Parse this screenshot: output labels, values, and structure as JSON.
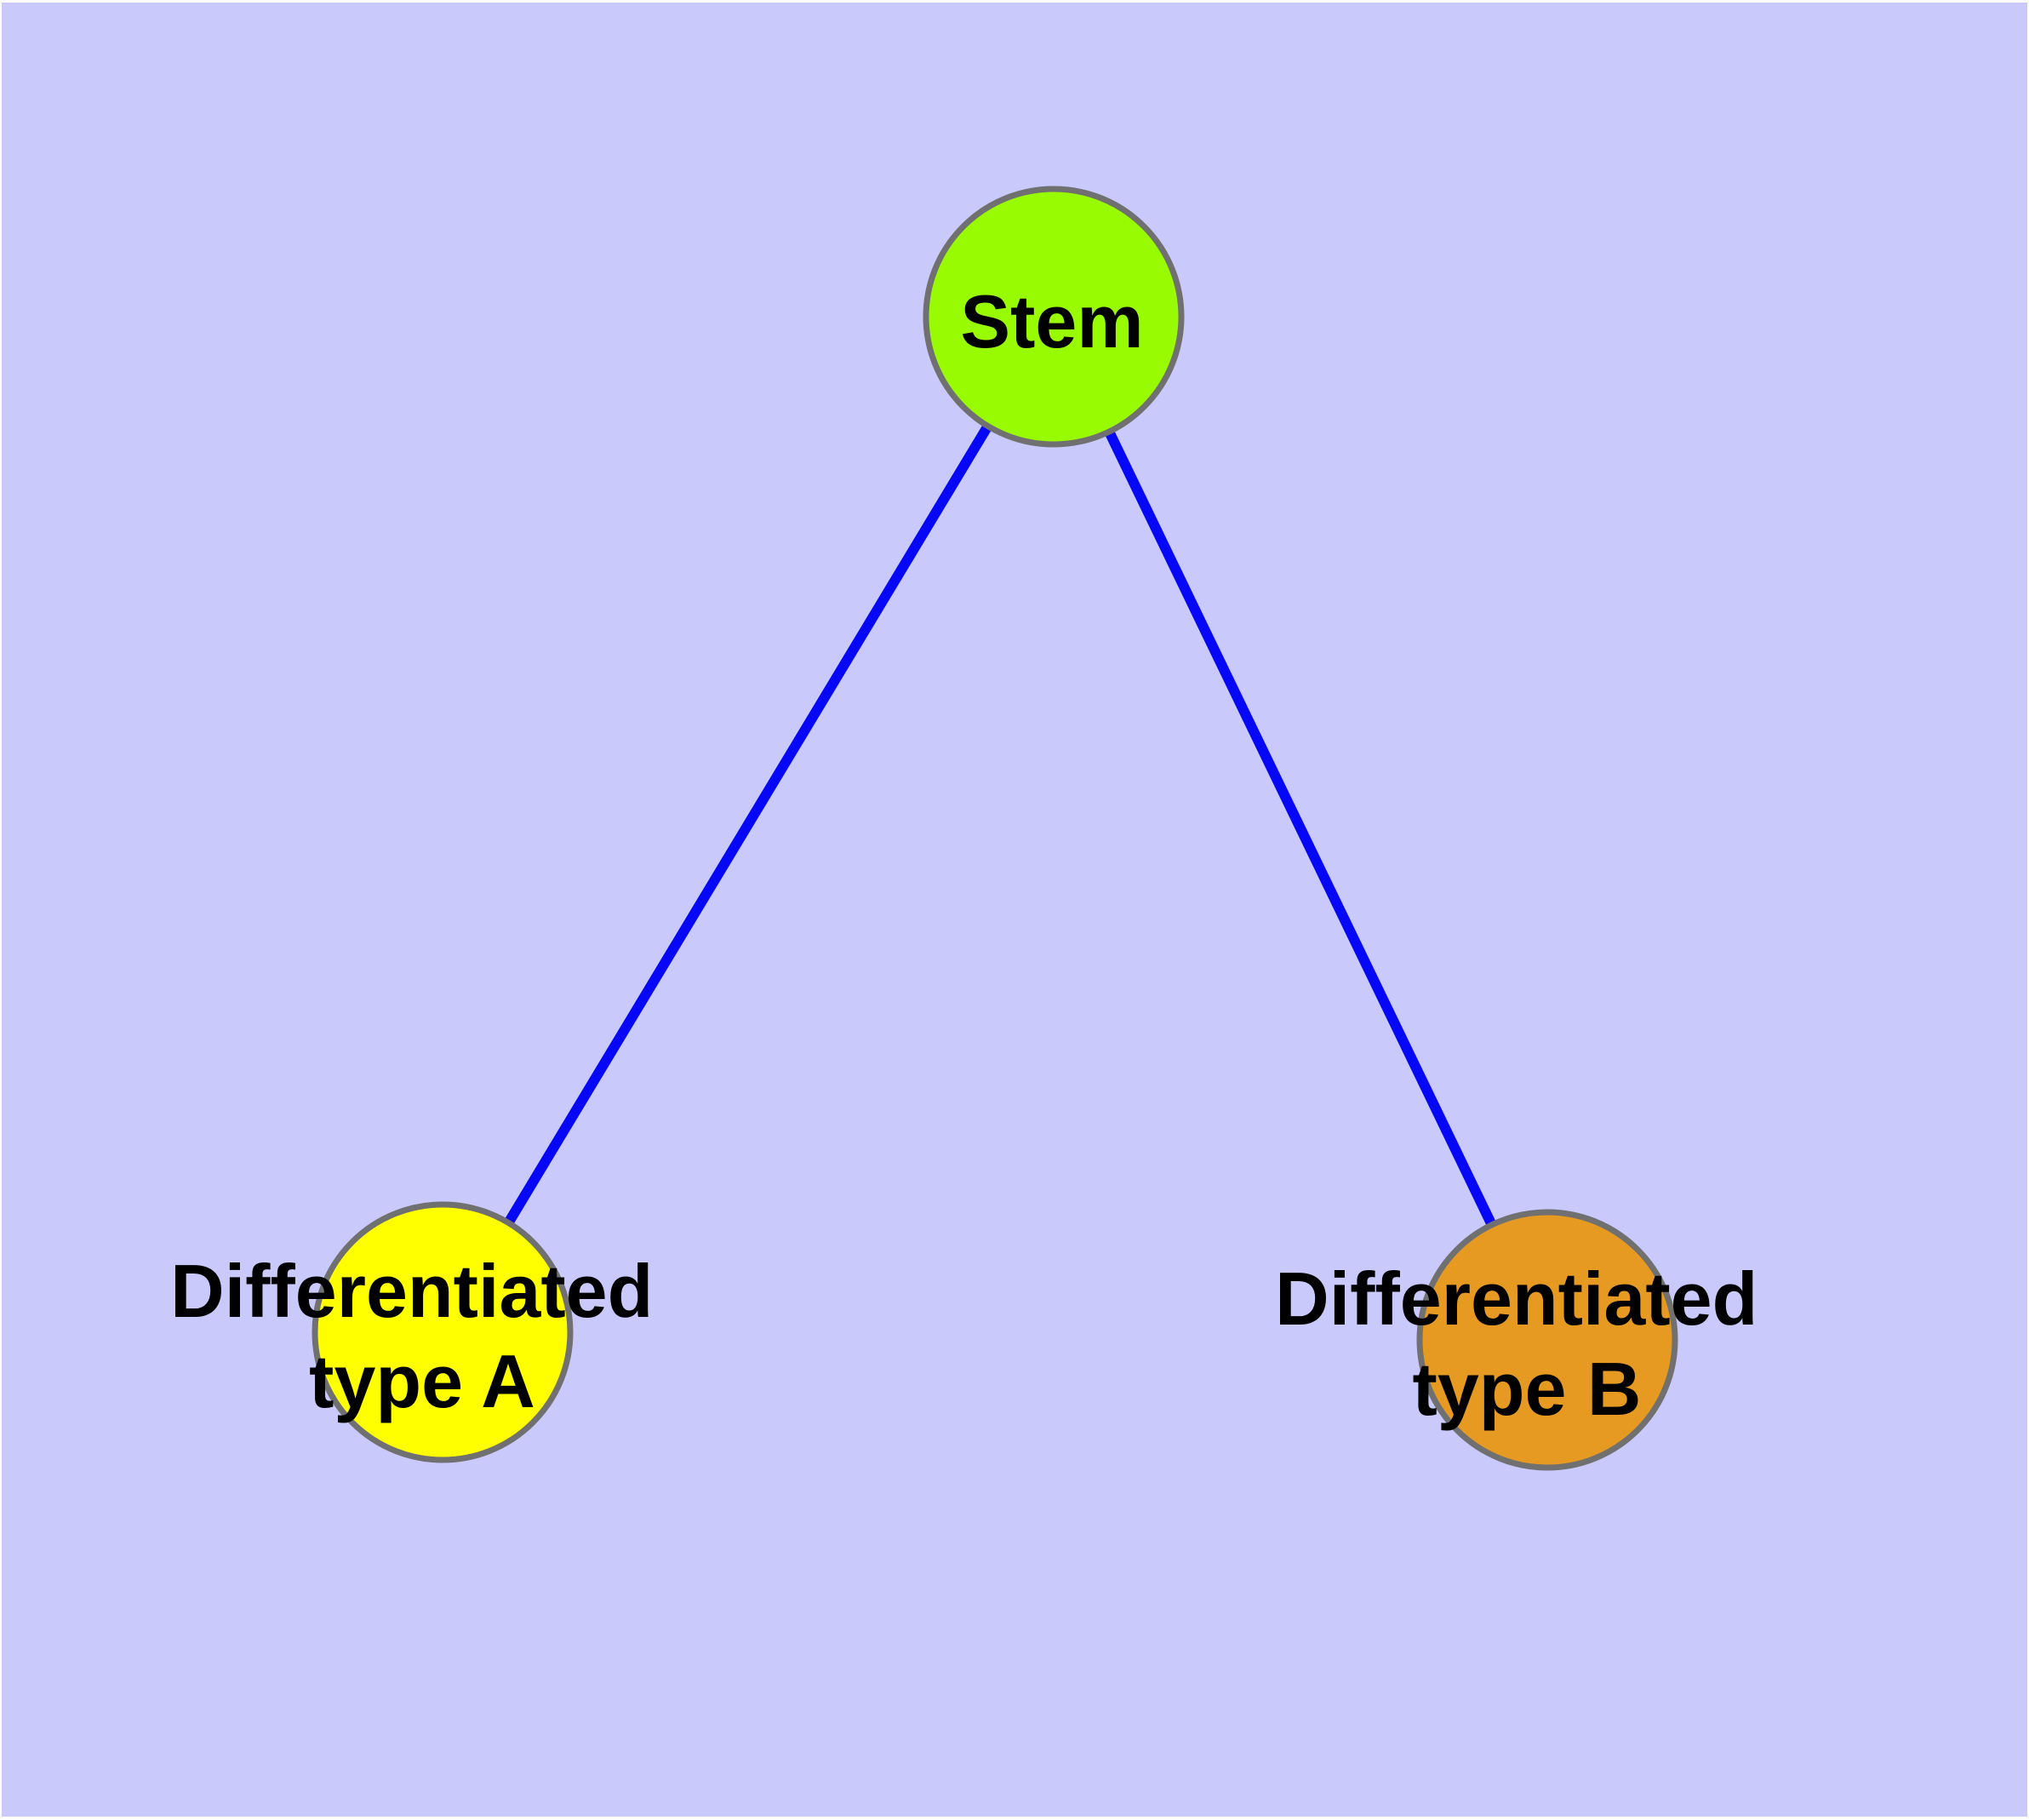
{
  "diagram": {
    "title": "stem-cell-differentiation-graph",
    "background_color": "#c9c9fb",
    "page_color": "#ffffff",
    "edge_color": "#0707f8",
    "node_border_color": "#707070",
    "text_color": "#000000",
    "nodes": [
      {
        "id": "stem",
        "lines": [
          "Stem"
        ],
        "fill": "#99fb01"
      },
      {
        "id": "differentiated-type-a",
        "lines": [
          "Differentiated",
          "type A"
        ],
        "fill": "#ffff00"
      },
      {
        "id": "differentiated-type-b",
        "lines": [
          "Differentiated",
          "type B"
        ],
        "fill": "#e69a22"
      }
    ],
    "edges": [
      {
        "from": "stem",
        "to": "differentiated-type-a"
      },
      {
        "from": "stem",
        "to": "differentiated-type-b"
      }
    ]
  }
}
